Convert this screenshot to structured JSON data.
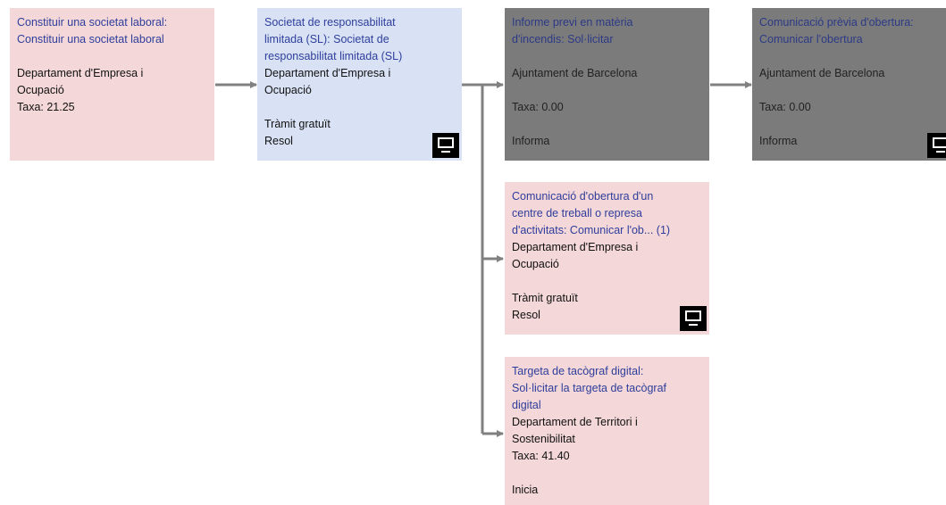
{
  "cards": {
    "c1": {
      "title": [
        "Constituir una societat laboral:",
        "Constituir una societat laboral"
      ],
      "body": [
        "Departament d'Empresa i",
        "Ocupació",
        "Taxa: 21.25"
      ]
    },
    "c2": {
      "title": [
        "Societat de responsabilitat",
        "limitada (SL): Societat de",
        "responsabilitat limitada (SL)"
      ],
      "body": [
        "Departament d'Empresa i",
        "Ocupació",
        "",
        "Tràmit gratuït",
        "Resol"
      ],
      "icon": "monitor-icon"
    },
    "c3": {
      "title": [
        "Informe previ en matèria",
        "d'incendis: Sol·licitar"
      ],
      "body": [
        "Ajuntament de Barcelona",
        "",
        "Taxa: 0.00",
        "",
        "Informa"
      ]
    },
    "c4": {
      "title": [
        "Comunicació prèvia d'obertura:",
        "Comunicar l'obertura"
      ],
      "body": [
        "Ajuntament de Barcelona",
        "",
        "Taxa: 0.00",
        "",
        "Informa"
      ],
      "icon": "monitor-icon"
    },
    "c5": {
      "title": [
        "Comunicació d'obertura d'un",
        "centre de treball o represa",
        "d'activitats: Comunicar l'ob... (1)"
      ],
      "body": [
        "Departament d'Empresa i",
        "Ocupació",
        "",
        "Tràmit gratuït",
        "Resol"
      ],
      "icon": "monitor-icon"
    },
    "c6": {
      "title": [
        "Targeta de tacògraf digital:",
        "Sol·licitar la targeta de tacògraf",
        "digital"
      ],
      "body": [
        "Departament de Territori i",
        "Sostenibilitat",
        "Taxa: 41.40",
        "",
        "Inicia"
      ]
    }
  },
  "colors": {
    "pink": "#f4d7d8",
    "blue": "#d9e2f5",
    "gray": "#7b7b7b",
    "title_text": "#2e3e9c",
    "arrow": "#808080"
  }
}
